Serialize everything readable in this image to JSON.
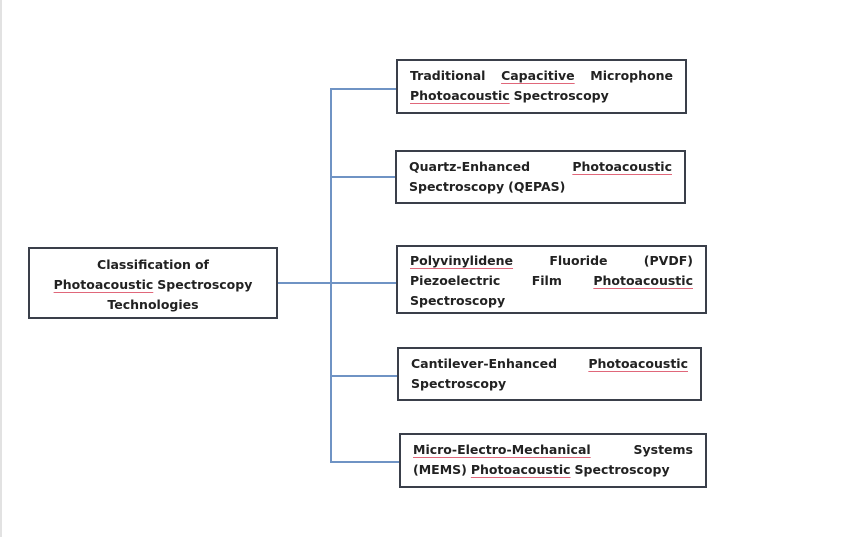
{
  "root": {
    "lines": [
      [
        {
          "t": "Classification"
        },
        {
          "t": "of"
        }
      ],
      [
        {
          "t": "Photoacoustic",
          "u": true
        },
        {
          "t": "Spectroscopy"
        }
      ],
      [
        {
          "t": "Technologies"
        }
      ]
    ]
  },
  "children": [
    {
      "lines": [
        [
          {
            "t": "Traditional"
          },
          {
            "t": "Capacitive",
            "u": true
          },
          {
            "t": "Microphone"
          }
        ],
        [
          {
            "t": "Photoacoustic",
            "u": true
          },
          {
            "t": "Spectroscopy"
          }
        ]
      ]
    },
    {
      "lines": [
        [
          {
            "t": "Quartz-Enhanced"
          },
          {
            "t": "Photoacoustic",
            "u": true
          }
        ],
        [
          {
            "t": "Spectroscopy"
          },
          {
            "t": "(QEPAS)"
          }
        ]
      ]
    },
    {
      "lines": [
        [
          {
            "t": "Polyvinylidene",
            "u": true
          },
          {
            "t": "Fluoride"
          },
          {
            "t": "(PVDF)"
          }
        ],
        [
          {
            "t": "Piezoelectric"
          },
          {
            "t": "Film"
          },
          {
            "t": "Photoacoustic",
            "u": true
          }
        ],
        [
          {
            "t": "Spectroscopy"
          }
        ]
      ]
    },
    {
      "lines": [
        [
          {
            "t": "Cantilever-Enhanced"
          },
          {
            "t": "Photoacoustic",
            "u": true
          }
        ],
        [
          {
            "t": "Spectroscopy"
          }
        ]
      ]
    },
    {
      "lines": [
        [
          {
            "t": "Micro-Electro-Mechanical",
            "u": true
          },
          {
            "t": "Systems"
          }
        ],
        [
          {
            "t": "(MEMS)"
          },
          {
            "t": "Photoacoustic",
            "u": true
          },
          {
            "t": "Spectroscopy"
          }
        ]
      ]
    }
  ],
  "colors": {
    "connector": "#6f93c4",
    "border": "#3a3f4a",
    "spellcheck": "#e0677a"
  }
}
